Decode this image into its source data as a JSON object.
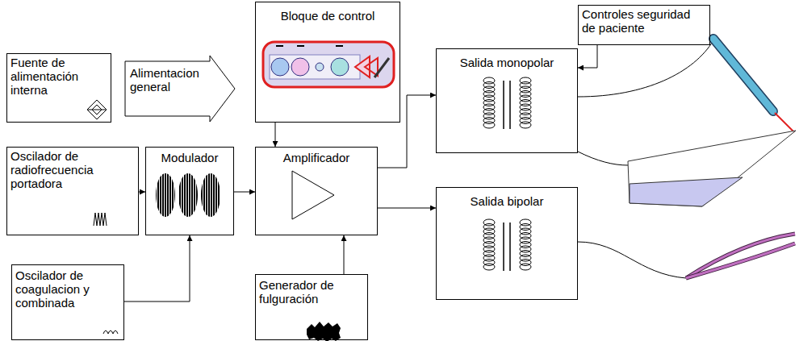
{
  "diagram": {
    "nodes": [
      {
        "text": [
          "Bloque de control"
        ]
      },
      {
        "text": [
          "Controles seguridad de paciente"
        ]
      },
      {
        "text": [
          "Fuente de alimentación interna"
        ]
      },
      {
        "text": [
          "Alimentacion general"
        ]
      },
      {
        "text": [
          "Salida monopolar"
        ]
      },
      {
        "text": [
          "Oscilador de radiofrecuencia portadora"
        ]
      },
      {
        "text": [
          "Modulador"
        ]
      },
      {
        "text": [
          "Amplificador"
        ]
      },
      {
        "text": [
          "Salida bipolar"
        ]
      },
      {
        "text": [
          "Oscilador de coagulacion y combinada"
        ]
      },
      {
        "text": [
          "Generador de fulguración"
        ]
      }
    ],
    "edges": [
      {
        "from": 0,
        "to": 7,
        "arrow": "to"
      },
      {
        "from": 1,
        "to": 4,
        "arrow": "to"
      },
      {
        "from": 5,
        "to": 6,
        "arrow": "to"
      },
      {
        "from": 6,
        "to": 7,
        "arrow": "to"
      },
      {
        "from": 9,
        "to": 6,
        "arrow": "to"
      },
      {
        "from": 10,
        "to": 7,
        "arrow": "to"
      },
      {
        "from": 7,
        "to": 4,
        "arrow": "to"
      },
      {
        "from": 7,
        "to": 8,
        "arrow": "to"
      }
    ]
  }
}
